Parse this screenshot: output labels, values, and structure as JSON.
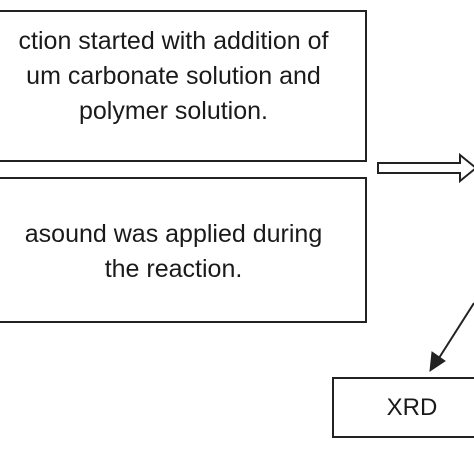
{
  "boxes": [
    {
      "id": "reaction-start",
      "lines": [
        "ction started with addition of",
        "um carbonate solution and",
        "polymer solution."
      ]
    },
    {
      "id": "ultrasound",
      "lines": [
        "asound was applied during",
        "the reaction."
      ]
    },
    {
      "id": "xrd",
      "lines": [
        "XRD"
      ]
    }
  ],
  "colors": {
    "stroke": "#222222",
    "background": "#ffffff",
    "text": "#1a1a1a"
  }
}
